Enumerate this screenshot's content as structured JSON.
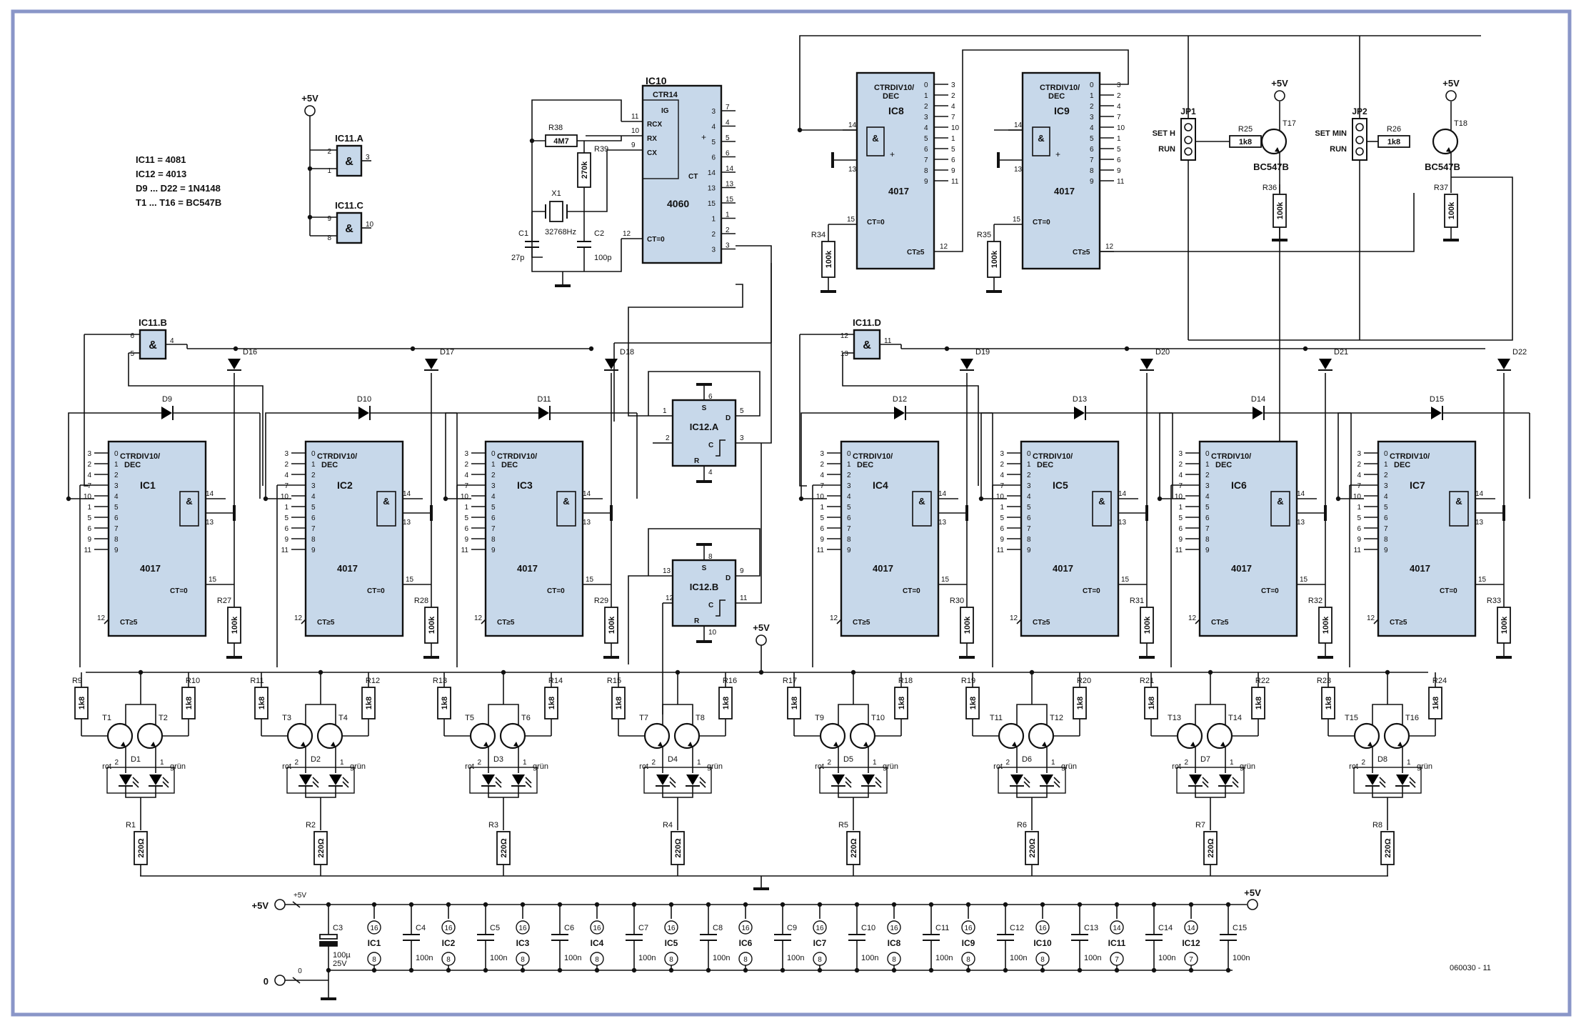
{
  "notes": {
    "ic11": "IC11 = 4081",
    "ic12": "IC12 = 4013",
    "diodes": "D9 ... D22 = 1N4148",
    "transistors": "T1 ... T16 = BC547B"
  },
  "figure_id": "060030 - 11",
  "supply": "+5V",
  "ground_label": "0",
  "osc": {
    "ic10_name": "IC10",
    "ic10_type": "CTR14",
    "ic10_part": "4060",
    "ic10_inputs": [
      "RCX",
      "RX",
      "CX",
      "CT=0"
    ],
    "ic10_in_pins": [
      "11",
      "10",
      "9",
      "12"
    ],
    "ic10_out_pins": [
      "3",
      "4",
      "5",
      "6",
      "14",
      "13",
      "15",
      "1",
      "2",
      "3"
    ],
    "ic10_out_nums": [
      "7",
      "4",
      "5",
      "6",
      "14",
      "13",
      "15",
      "1",
      "2",
      "3"
    ],
    "r38": "R38",
    "r38_val": "4M7",
    "r39": "R39",
    "r39_val": "270k",
    "x1": "X1",
    "x1_val": "32768Hz",
    "c1": "C1",
    "c1_val": "27p",
    "c2": "C2",
    "c2_val": "100p"
  },
  "ic8_9": [
    {
      "name": "IC8",
      "part": "4017",
      "type": "CTRDIV10/\nDEC",
      "res": "R34",
      "res_val": "100k"
    },
    {
      "name": "IC9",
      "part": "4017",
      "type": "CTRDIV10/\nDEC",
      "res": "R35",
      "res_val": "100k"
    }
  ],
  "counter_outputs": [
    "0",
    "1",
    "2",
    "3",
    "4",
    "5",
    "6",
    "7",
    "8",
    "9"
  ],
  "counter_pins": [
    "3",
    "2",
    "4",
    "7",
    "10",
    "1",
    "5",
    "6",
    "9",
    "11"
  ],
  "counter_labels": {
    "div": "CTRDIV10/",
    "dec": "DEC",
    "ct0": "CT=0",
    "ct5": "CT≥5",
    "and": "&",
    "part": "4017",
    "pin14": "14",
    "pin13": "13",
    "pin15": "15",
    "pin12": "12"
  },
  "jumpers": [
    {
      "name": "JP1",
      "set": "SET H",
      "run": "RUN",
      "res": "R25",
      "res_val": "1k8",
      "tr": "T17",
      "tr_type": "BC547B",
      "pull": "R36",
      "pull_val": "100k"
    },
    {
      "name": "JP2",
      "set": "SET MIN",
      "run": "RUN",
      "res": "R26",
      "res_val": "1k8",
      "tr": "T18",
      "tr_type": "BC547B",
      "pull": "R37",
      "pull_val": "100k"
    }
  ],
  "gates": [
    {
      "name": "IC11.A",
      "pins": [
        "2",
        "1",
        "3"
      ]
    },
    {
      "name": "IC11.C",
      "pins": [
        "9",
        "8",
        "10"
      ]
    },
    {
      "name": "IC11.B",
      "pins": [
        "6",
        "5",
        "4"
      ]
    },
    {
      "name": "IC11.D",
      "pins": [
        "12",
        "13",
        "11"
      ]
    }
  ],
  "flipflops": [
    {
      "name": "IC12.A",
      "pins": [
        "6",
        "1",
        "5",
        "2",
        "3",
        "4"
      ]
    },
    {
      "name": "IC12.B",
      "pins": [
        "8",
        "13",
        "9",
        "12",
        "11",
        "10"
      ]
    }
  ],
  "ff_labels": {
    "s": "S",
    "d": "D",
    "c": "C",
    "r": "R"
  },
  "counters": [
    {
      "name": "IC1",
      "upper_diode": "D16",
      "lower_diode": "D9",
      "pull": "R27",
      "pull_val": "100k"
    },
    {
      "name": "IC2",
      "upper_diode": "D17",
      "lower_diode": "D10",
      "pull": "R28",
      "pull_val": "100k"
    },
    {
      "name": "IC3",
      "upper_diode": "D18",
      "lower_diode": "D11",
      "pull": "R29",
      "pull_val": "100k"
    },
    {
      "name": "IC4",
      "upper_diode": "D19",
      "lower_diode": "D12",
      "pull": "R30",
      "pull_val": "100k"
    },
    {
      "name": "IC5",
      "upper_diode": "D20",
      "lower_diode": "D13",
      "pull": "R31",
      "pull_val": "100k"
    },
    {
      "name": "IC6",
      "upper_diode": "D21",
      "lower_diode": "D14",
      "pull": "R32",
      "pull_val": "100k"
    },
    {
      "name": "IC7",
      "upper_diode": "D22",
      "lower_diode": "D15",
      "pull": "R33",
      "pull_val": "100k"
    }
  ],
  "led_cells": [
    {
      "r_left": "R9",
      "r_right": "R10",
      "t_left": "T1",
      "t_right": "T2",
      "led": "D1",
      "series": "R1"
    },
    {
      "r_left": "R11",
      "r_right": "R12",
      "t_left": "T3",
      "t_right": "T4",
      "led": "D2",
      "series": "R2"
    },
    {
      "r_left": "R13",
      "r_right": "R14",
      "t_left": "T5",
      "t_right": "T6",
      "led": "D3",
      "series": "R3"
    },
    {
      "r_left": "R15",
      "r_right": "R16",
      "t_left": "T7",
      "t_right": "T8",
      "led": "D4",
      "series": "R4"
    },
    {
      "r_left": "R17",
      "r_right": "R18",
      "t_left": "T9",
      "t_right": "T10",
      "led": "D5",
      "series": "R5"
    },
    {
      "r_left": "R19",
      "r_right": "R20",
      "t_left": "T11",
      "t_right": "T12",
      "led": "D6",
      "series": "R6"
    },
    {
      "r_left": "R21",
      "r_right": "R22",
      "t_left": "T13",
      "t_right": "T14",
      "led": "D7",
      "series": "R7"
    },
    {
      "r_left": "R23",
      "r_right": "R24",
      "t_left": "T15",
      "t_right": "T16",
      "led": "D8",
      "series": "R8"
    }
  ],
  "led_labels": {
    "rot": "rot",
    "gruen": "grün",
    "base_res": "1k8",
    "series_res": "220Ω",
    "pin2": "2",
    "pin1": "1"
  },
  "decoupling": {
    "c3": "C3",
    "c3_val": "100µ\n25V",
    "caps": [
      {
        "ic": "IC1",
        "cap": "C4",
        "vdd": "16",
        "vss": "8"
      },
      {
        "ic": "IC2",
        "cap": "C5",
        "vdd": "16",
        "vss": "8"
      },
      {
        "ic": "IC3",
        "cap": "C6",
        "vdd": "16",
        "vss": "8"
      },
      {
        "ic": "IC4",
        "cap": "C7",
        "vdd": "16",
        "vss": "8"
      },
      {
        "ic": "IC5",
        "cap": "C8",
        "vdd": "16",
        "vss": "8"
      },
      {
        "ic": "IC6",
        "cap": "C9",
        "vdd": "16",
        "vss": "8"
      },
      {
        "ic": "IC7",
        "cap": "C10",
        "vdd": "16",
        "vss": "8"
      },
      {
        "ic": "IC8",
        "cap": "C11",
        "vdd": "16",
        "vss": "8"
      },
      {
        "ic": "IC9",
        "cap": "C12",
        "vdd": "16",
        "vss": "8"
      },
      {
        "ic": "IC10",
        "cap": "C13",
        "vdd": "16",
        "vss": "8"
      },
      {
        "ic": "IC11",
        "cap": "C14",
        "vdd": "14",
        "vss": "7"
      },
      {
        "ic": "IC12",
        "cap": "C15",
        "vdd": "14",
        "vss": "7"
      }
    ],
    "cap_val": "100n"
  }
}
